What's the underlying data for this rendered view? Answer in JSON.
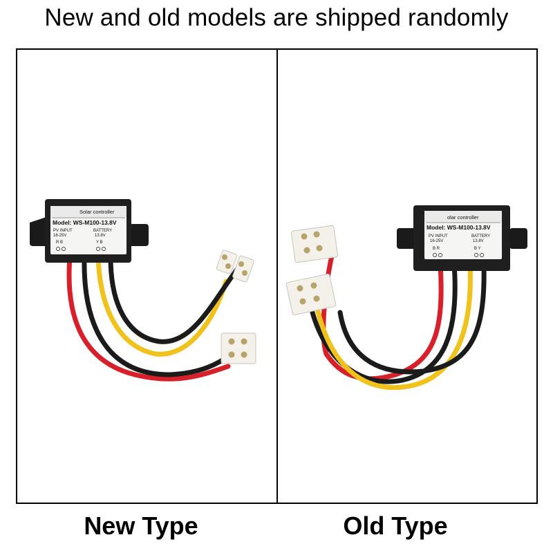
{
  "heading": "New and old models are shipped randomly",
  "captions": {
    "new_type": "New Type",
    "old_type": "Old Type"
  },
  "new_unit": {
    "label_title": "Solar controller",
    "model": "Model: WS-M100-13.8V",
    "pv_input": "PV INPUT",
    "pv_range": "16-25V",
    "battery": "BATTERY",
    "battery_voltage": "13.8V",
    "pv_wires": "R  B",
    "battery_wires": "Y  B"
  },
  "old_unit": {
    "label_title": "olar controller",
    "model": "Model: WS-M100-13.8V",
    "pv_input": "PV INPUT",
    "pv_range": "16-25V",
    "battery": "BATTERY",
    "battery_voltage": "13.8V",
    "pv_wires": "B  R",
    "battery_wires": "B  Y"
  },
  "colors": {
    "housing": "#1a1a1a",
    "wire_red": "#d8202a",
    "wire_black": "#1b1b1b",
    "wire_yellow": "#f2c21c",
    "connector": "#f4f1ea"
  }
}
